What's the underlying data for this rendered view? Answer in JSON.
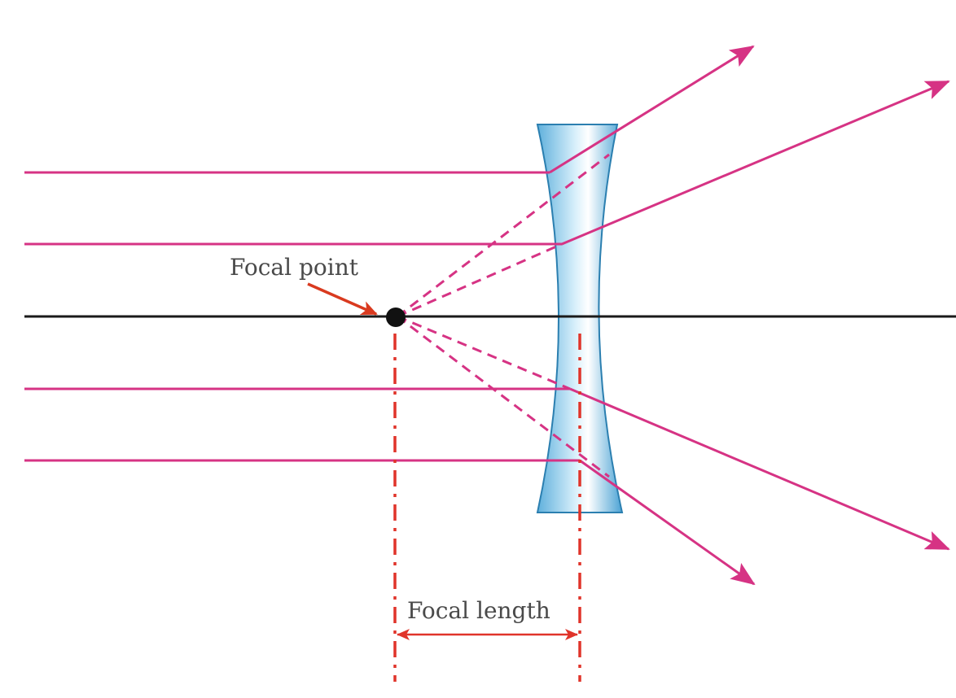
{
  "labels": {
    "focal_point": "Focal point",
    "focal_length": "Focal length"
  },
  "colors": {
    "ray": "#d63384",
    "axis": "#1a1a1a",
    "lens_fill": "#a9d8ef",
    "lens_edge": "#2b7fb0",
    "guide": "#e0342a",
    "pointer": "#d93a1f",
    "focal_dot": "#111111"
  },
  "diagram": {
    "lens_type": "diverging (concave) lens",
    "incoming_rays": 4,
    "ray_direction": "parallel, left to right"
  }
}
